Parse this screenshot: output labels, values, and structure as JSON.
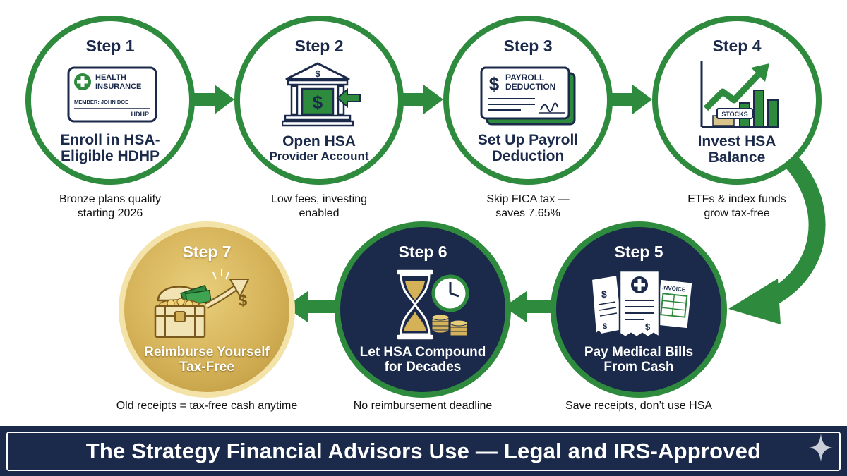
{
  "banner": {
    "title": "The Strategy Financial Advisors Use — Legal and IRS-Approved",
    "icon": "sparkle-icon"
  },
  "steps": [
    {
      "step": "Step 1",
      "title_lines": [
        "Enroll in HSA-",
        "Eligible HDHP"
      ],
      "caption_lines": [
        "Bronze plans qualify",
        "starting 2026"
      ],
      "icon": "health-insurance-card-icon",
      "card": {
        "heading_lines": [
          "HEALTH",
          "INSURANCE"
        ],
        "member": "MEMBER: JOHN DOE",
        "plan": "HDHP"
      }
    },
    {
      "step": "Step 2",
      "title_lines": [
        "Open HSA",
        "Provider Account"
      ],
      "caption_lines": [
        "Low fees, investing",
        "enabled"
      ],
      "icon": "bank-building-icon",
      "glyph": "$"
    },
    {
      "step": "Step 3",
      "title_lines": [
        "Set Up Payroll",
        "Deduction"
      ],
      "caption_lines": [
        "Skip FICA tax —",
        "saves 7.65%"
      ],
      "icon": "payroll-check-icon",
      "card": {
        "heading_lines": [
          "PAYROLL",
          "DEDUCTION"
        ],
        "glyph": "$"
      }
    },
    {
      "step": "Step 4",
      "title_lines": [
        "Invest HSA",
        "Balance"
      ],
      "caption_lines": [
        "ETFs & index funds",
        "grow tax-free"
      ],
      "icon": "stocks-growth-chart-icon",
      "sign": "STOCKS"
    },
    {
      "step": "Step 5",
      "title_lines": [
        "Pay Medical Bills",
        "From Cash"
      ],
      "caption_lines": [
        "Save receipts, don’t use HSA"
      ],
      "icon": "medical-bills-icon",
      "invoice": "INVOICE",
      "glyph": "$"
    },
    {
      "step": "Step 6",
      "title_lines": [
        "Let HSA Compound",
        "for Decades"
      ],
      "caption_lines": [
        "No reimbursement deadline"
      ],
      "icon": "hourglass-clock-coins-icon"
    },
    {
      "step": "Step 7",
      "title_lines": [
        "Reimburse Yourself",
        "Tax-Free"
      ],
      "caption_lines": [
        "Old receipts = tax-free cash anytime"
      ],
      "icon": "treasure-chest-icon",
      "glyph": "$"
    }
  ],
  "colors": {
    "green": "#2e8b3e",
    "navy": "#1b2a4a",
    "gold": "#d5b258",
    "white": "#ffffff"
  }
}
